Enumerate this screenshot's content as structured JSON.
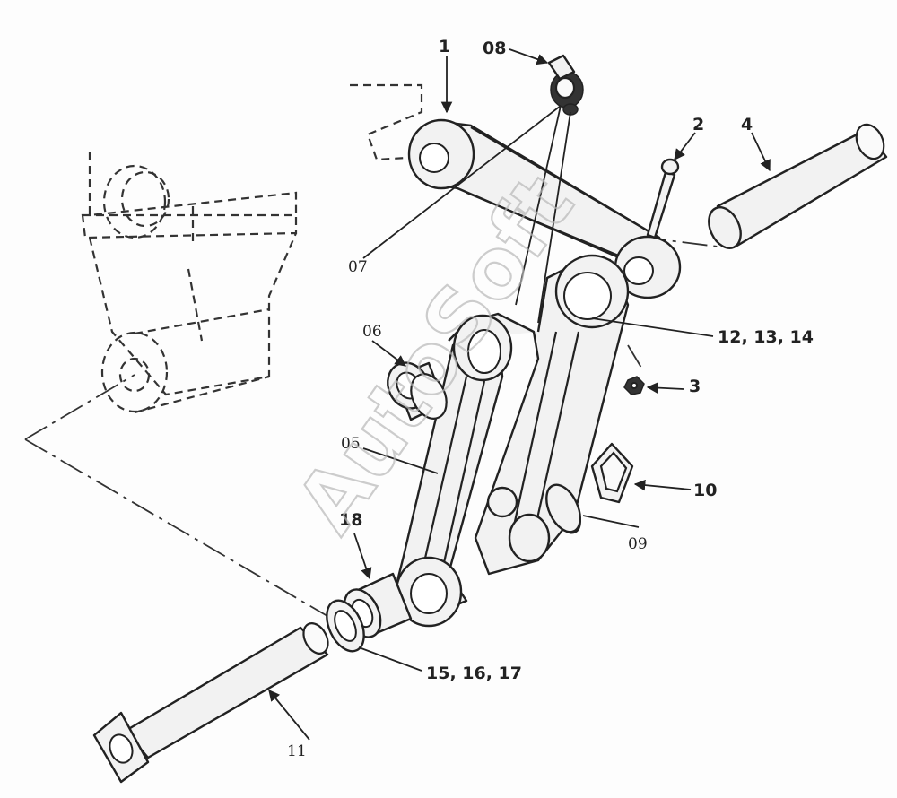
{
  "callouts": {
    "c1": "1",
    "c08": "08",
    "c2": "2",
    "c4": "4",
    "c07": "07",
    "c12_13_14": "12, 13, 14",
    "c06": "06",
    "c3": "3",
    "c05": "05",
    "c10": "10",
    "c18": "18",
    "c09": "09",
    "c15_16_17": "15, 16, 17",
    "c11": "11"
  },
  "watermark": "AutoSoft"
}
